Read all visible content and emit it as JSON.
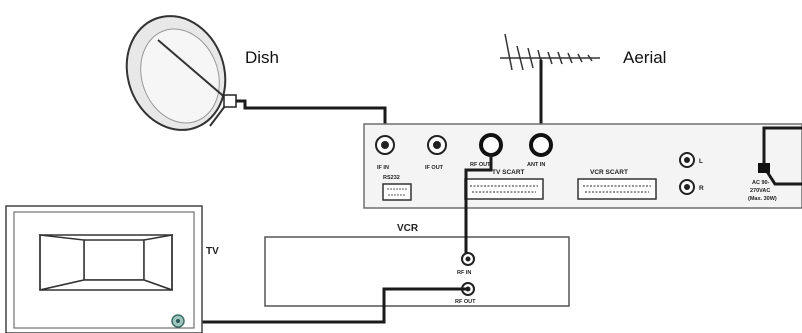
{
  "labels": {
    "dish": "Dish",
    "aerial": "Aerial",
    "tv": "TV",
    "vcr": "VCR"
  },
  "receiver_panel": {
    "if_in": "IF IN",
    "if_out": "IF OUT",
    "rs232": "RS232",
    "rf_out": "RF OUT",
    "ant_in": "ANT IN",
    "tv_scart": "TV SCART",
    "vcr_scart": "VCR SCART",
    "audio_l": "L",
    "audio_r": "R",
    "power_line1": "AC 90-",
    "power_line2": "270VAC",
    "power_line3": "(Max. 30W)"
  },
  "vcr_panel": {
    "rf_in": "RF IN",
    "rf_out": "RF OUT"
  },
  "colors": {
    "line": "#1a1a1a",
    "panel_fill": "#f4f4f4",
    "panel_stroke": "#6e6e6e",
    "tv_port": "#9fc7c0"
  }
}
